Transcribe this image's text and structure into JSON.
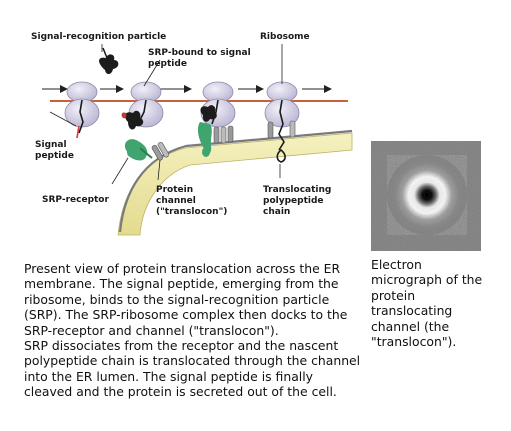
{
  "labels": {
    "srp": "Signal-recognition particle",
    "srp_bound_1": "SRP-bound to signal",
    "srp_bound_2": "peptide",
    "ribosome": "Ribosome",
    "signal_1": "Signal",
    "signal_2": "peptide",
    "srp_receptor": "SRP-receptor",
    "protein_channel_1": "Protein",
    "protein_channel_2": "channel",
    "protein_channel_3": "(\"translocon\")",
    "translocating_1": "Translocating",
    "translocating_2": "polypeptide",
    "translocating_3": "chain"
  },
  "caption": {
    "paragraph_1": "Present view of protein translocation across the ER membrane. The signal peptide, emerging from the ribosome, binds to the signal-recognition particle (SRP). The SRP-ribosome complex then docks to the SRP-receptor and channel (\"translocon\").",
    "paragraph_2": "SRP dissociates from the receptor and the nascent polypeptide chain is translocated through the channel into the ER lumen. The signal peptide is finally cleaved and the protein is secreted out of the cell."
  },
  "side_caption": "Electron micrograph of the protein translocating channel (the \"translocon\").",
  "colors": {
    "mrna": "#c8603a",
    "ribosome": "#d9d6ea",
    "srp": "#1c1c1c",
    "receptor": "#3fa46e",
    "membrane": "#f3eeb0",
    "channel": "#9a9a9a",
    "signal_peptide": "#d63a3a"
  },
  "icons": [
    "ribosome-icon",
    "srp-icon",
    "srp-receptor-icon",
    "translocon-icon",
    "er-membrane",
    "micrograph-image"
  ]
}
